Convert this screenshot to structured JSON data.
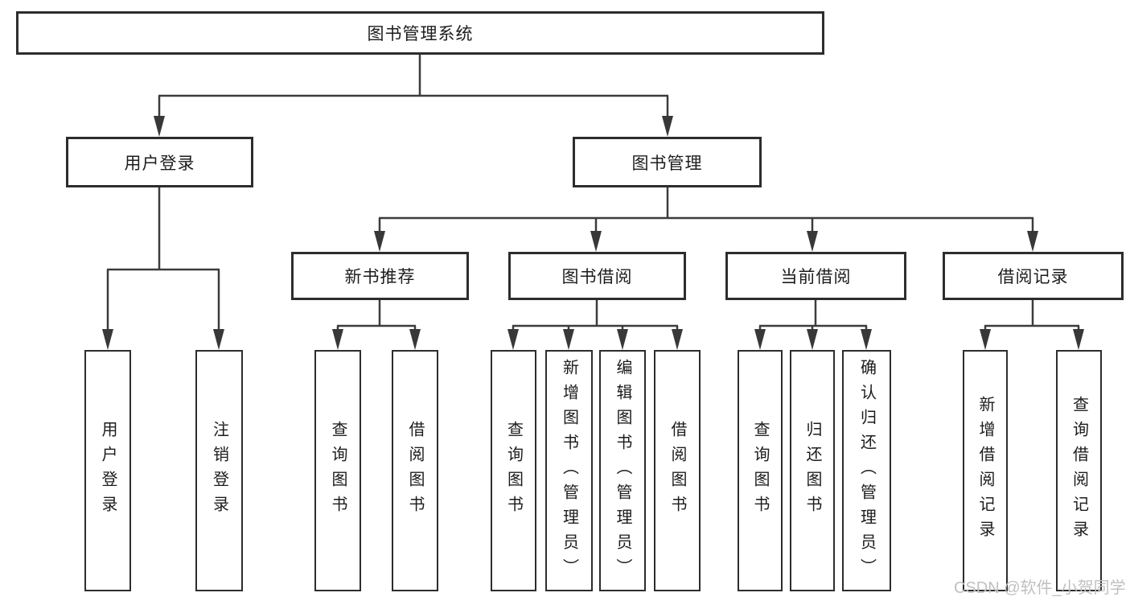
{
  "diagram": {
    "nodes": {
      "root": "图书管理系统",
      "login": "用户登录",
      "manage": "图书管理",
      "level3": [
        "新书推荐",
        "图书借阅",
        "当前借阅",
        "借阅记录"
      ],
      "login_children": [
        "用户登录",
        "注销登录"
      ],
      "newbook_children": [
        "查询图书",
        "借阅图书"
      ],
      "borrow_children": [
        "查询图书",
        "新增图书（管理员）",
        "编辑图书（管理员）",
        "借阅图书"
      ],
      "current_children": [
        "查询图书",
        "归还图书",
        "确认归还（管理员）"
      ],
      "records_children": [
        "新增借阅记录",
        "查询借阅记录"
      ]
    },
    "colors": {
      "border": "#2d2d2d",
      "line": "#3c3c3c",
      "text": "#1c1c1c",
      "background": "#ffffff",
      "watermark": "#c0c0c0"
    }
  },
  "watermark": {
    "text": "CSDN @软件_小贺同学"
  }
}
